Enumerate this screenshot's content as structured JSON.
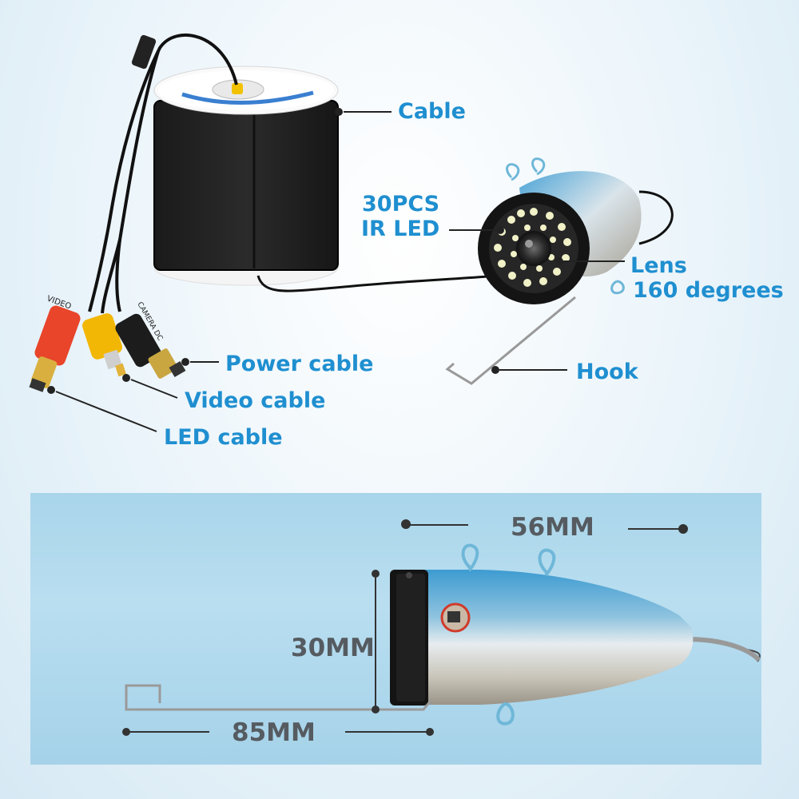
{
  "labels": {
    "cable": "Cable",
    "ir_led_line1": "30PCS",
    "ir_led_line2": "IR LED",
    "lens_line1": "Lens",
    "lens_line2": "160 degrees",
    "power_cable": "Power cable",
    "hook": "Hook",
    "video_cable": "Video cable",
    "led_cable": "LED cable"
  },
  "dimensions": {
    "length": "56MM",
    "diameter": "30MM",
    "hook_length": "85MM"
  },
  "spool_text": {
    "plug_1": "VIDEO",
    "plug_2": "CAMERA DC"
  },
  "colors": {
    "label_blue": "#1f8fd0",
    "dim_gray": "#555b60",
    "panel_blue": "#a9d5ea",
    "plug_red": "#e8452a",
    "plug_yellow": "#f2b705",
    "plug_black": "#1c1c1c"
  }
}
